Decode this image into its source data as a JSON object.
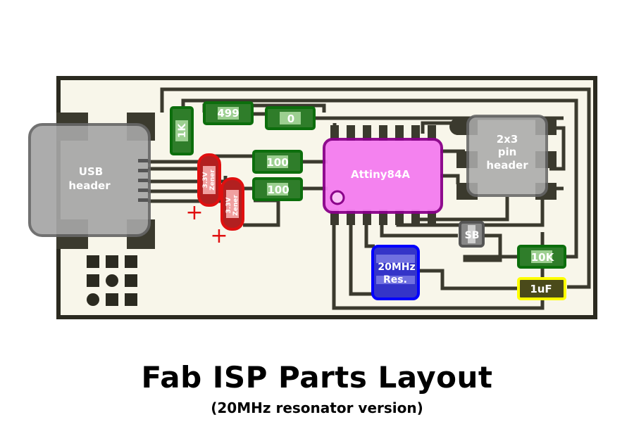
{
  "title": "Fab ISP Parts Layout",
  "subtitle": "(20MHz resonator version)",
  "parts": {
    "usb_header": [
      "USB",
      "header"
    ],
    "r_1k": "1K",
    "r_499": "499",
    "r_0": "0",
    "r_100_a": "100",
    "r_100_b": "100",
    "zener_a": [
      "3.3V",
      "Zener"
    ],
    "zener_b": [
      "3.3V",
      "Zener"
    ],
    "mcu": "Attiny84A",
    "pin_header": [
      "2x3",
      "pin",
      "header"
    ],
    "solder_bridge": "SB",
    "resonator": [
      "20MHz",
      "Res."
    ],
    "r_10k": "10K",
    "cap_1uf": "1uF"
  },
  "marks": {
    "plus": "+"
  },
  "colors": {
    "board": "#f8f6ea",
    "trace": "#3b3a2e",
    "resistor_fill": "#2f7d2a",
    "resistor_border": "#0c6e0c",
    "zener": "#e01010",
    "mcu": "#f47cf0",
    "mcu_border": "#8a008a",
    "resonator": "#3434c8",
    "resonator_border": "#0000ff",
    "cap_border": "#ffff00",
    "usb_body": "#a6a6a6",
    "header_body": "#aaaaaa"
  }
}
